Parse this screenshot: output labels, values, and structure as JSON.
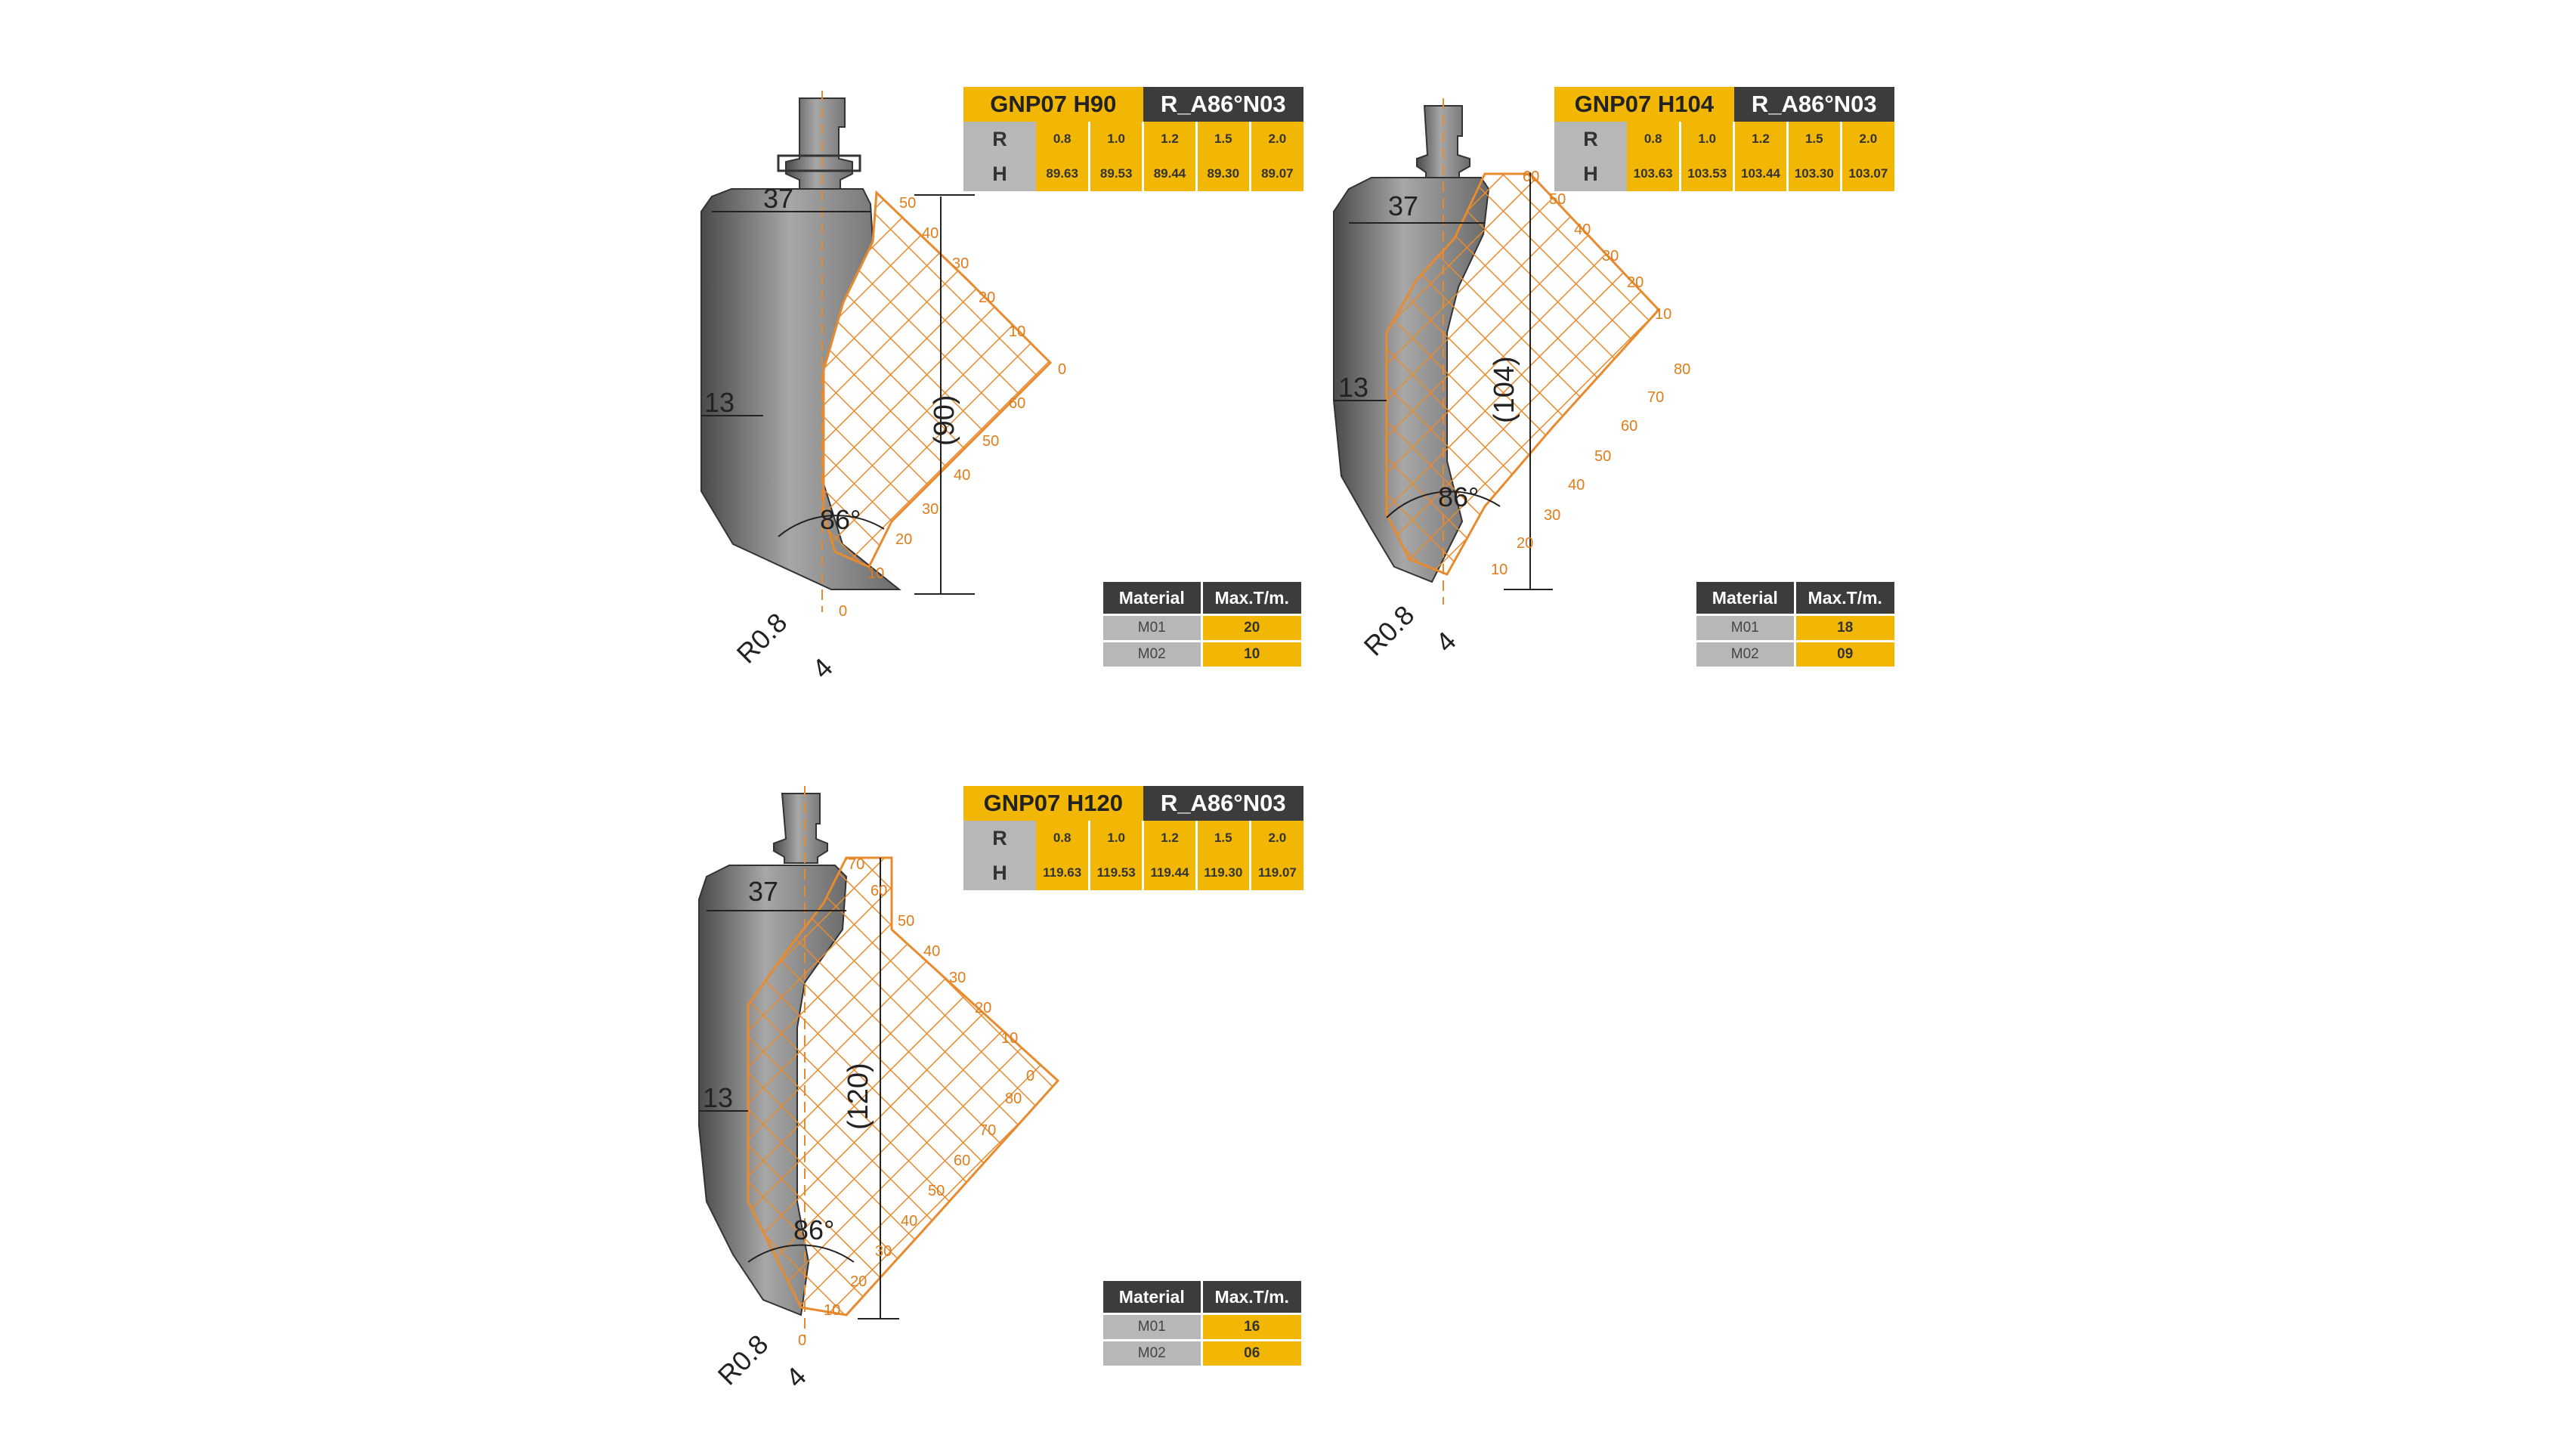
{
  "colors": {
    "accent": "#f2b705",
    "dark": "#3c3c3c",
    "grid": "#e88a2e",
    "steel": "#8c8c8c"
  },
  "panels": [
    {
      "model": "GNP07 H90",
      "code": "R_A86°N03",
      "r_label": "R",
      "h_label": "H",
      "r_values": [
        "0.8",
        "1.0",
        "1.2",
        "1.5",
        "2.0"
      ],
      "h_values": [
        "89.63",
        "89.53",
        "89.44",
        "89.30",
        "89.07"
      ],
      "dims": {
        "width": "37",
        "neck": "13",
        "height": "(90)",
        "angle": "86°",
        "radius": "R0.8",
        "tip": "4"
      },
      "scale_upper": [
        "50",
        "40",
        "30",
        "20",
        "10",
        "0"
      ],
      "scale_lower": [
        "60",
        "50",
        "40",
        "30",
        "20",
        "10",
        "0"
      ],
      "material_header": "Material",
      "tonnage_header": "Max.T/m.",
      "materials": [
        {
          "name": "M01",
          "value": "20"
        },
        {
          "name": "M02",
          "value": "10"
        }
      ]
    },
    {
      "model": "GNP07 H104",
      "code": "R_A86°N03",
      "r_label": "R",
      "h_label": "H",
      "r_values": [
        "0.8",
        "1.0",
        "1.2",
        "1.5",
        "2.0"
      ],
      "h_values": [
        "103.63",
        "103.53",
        "103.44",
        "103.30",
        "103.07"
      ],
      "dims": {
        "width": "37",
        "neck": "13",
        "height": "(104)",
        "angle": "86°",
        "radius": "R0.8",
        "tip": "4"
      },
      "scale_upper": [
        "60",
        "50",
        "40",
        "30",
        "20",
        "10"
      ],
      "scale_lower": [
        "80",
        "70",
        "60",
        "50",
        "40",
        "30",
        "20",
        "10"
      ],
      "material_header": "Material",
      "tonnage_header": "Max.T/m.",
      "materials": [
        {
          "name": "M01",
          "value": "18"
        },
        {
          "name": "M02",
          "value": "09"
        }
      ]
    },
    {
      "model": "GNP07 H120",
      "code": "R_A86°N03",
      "r_label": "R",
      "h_label": "H",
      "r_values": [
        "0.8",
        "1.0",
        "1.2",
        "1.5",
        "2.0"
      ],
      "h_values": [
        "119.63",
        "119.53",
        "119.44",
        "119.30",
        "119.07"
      ],
      "dims": {
        "width": "37",
        "neck": "13",
        "height": "(120)",
        "angle": "86°",
        "radius": "R0.8",
        "tip": "4"
      },
      "scale_upper": [
        "70",
        "60",
        "50",
        "40",
        "30",
        "20",
        "10",
        "0"
      ],
      "scale_lower": [
        "80",
        "70",
        "60",
        "50",
        "40",
        "30",
        "20",
        "10",
        "0"
      ],
      "material_header": "Material",
      "tonnage_header": "Max.T/m.",
      "materials": [
        {
          "name": "M01",
          "value": "16"
        },
        {
          "name": "M02",
          "value": "06"
        }
      ]
    }
  ]
}
